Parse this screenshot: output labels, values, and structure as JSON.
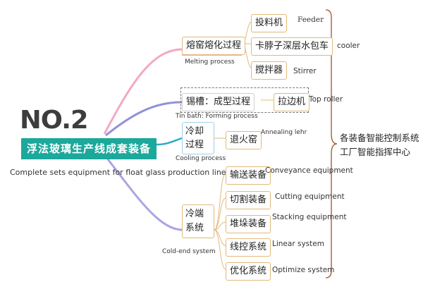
{
  "root": {
    "number": "NO.2",
    "title": "浮法玻璃生产线成套装备",
    "subtitle": "Complete sets equipment for float glass production line"
  },
  "branches": [
    {
      "label": "熔窑熔化过程",
      "en": "Melting process",
      "color": "#f3a8c5",
      "children": [
        {
          "label": "投料机",
          "en": "Feeder"
        },
        {
          "label": "卡脖子深层水包车",
          "en": "cooler"
        },
        {
          "label": "搅拌器",
          "en": "Stirrer"
        }
      ]
    },
    {
      "label": "锡槽：成型过程",
      "en": "Tin bath: Forming process",
      "color": "#8f92d6",
      "children": [
        {
          "label": "拉边机",
          "en": "Top roller"
        }
      ]
    },
    {
      "label": "冷却过程",
      "en": "Cooling process",
      "color": "#2ea7c8",
      "children": [
        {
          "label": "退火窑",
          "en": "Annealing lehr"
        }
      ]
    },
    {
      "label": "冷端系统",
      "en": "Cold-end system",
      "color": "#a9a6e3",
      "children": [
        {
          "label": "输送装备",
          "en": "Conveyance equipment"
        },
        {
          "label": "切割装备",
          "en": "Cutting equipment"
        },
        {
          "label": "堆垛装备",
          "en": "Stacking equipment"
        },
        {
          "label": "线控系统",
          "en": "Linear system"
        },
        {
          "label": "优化系统",
          "en": "Optimize system"
        }
      ]
    }
  ],
  "summary": {
    "line1": "各装备智能控制系统",
    "line2": "工厂智能指挥中心"
  },
  "colors": {
    "accent": "#1ca89b",
    "bracket": "#a0522d",
    "node_border": "#e2b97a"
  }
}
